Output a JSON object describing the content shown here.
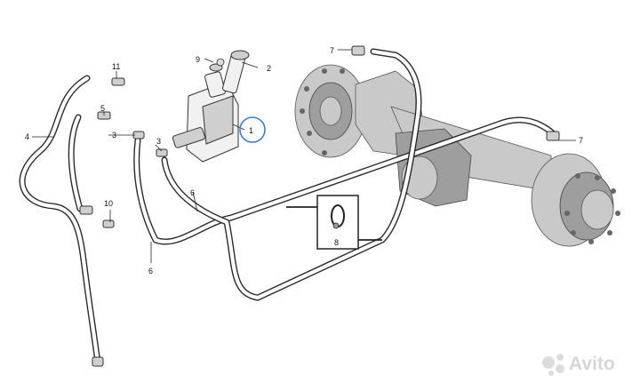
{
  "diagram": {
    "callouts": {
      "c1": "1",
      "c2": "2",
      "c3a": "3",
      "c3b": "3",
      "c4": "4",
      "c5": "5",
      "c6a": "6",
      "c6b": "6",
      "c7a": "7",
      "c7b": "7",
      "c8": "8",
      "c9": "9",
      "c10": "10",
      "c11": "11"
    },
    "watermark": "Avito",
    "colors": {
      "line": "#2a2a2a",
      "highlight": "#3a7bd5",
      "watermark": "#d6d6d6"
    }
  }
}
